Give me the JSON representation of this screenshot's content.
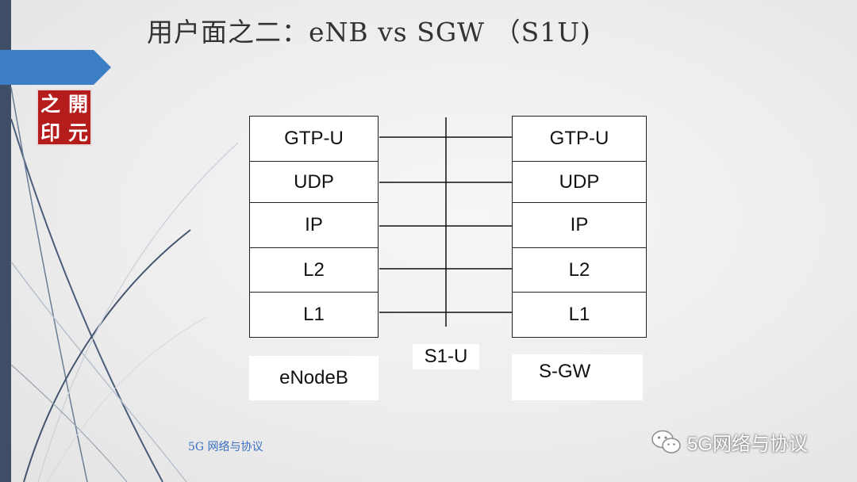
{
  "slide": {
    "title": "用户面之二：eNB vs SGW （S1U)",
    "seal_chars": [
      "之",
      "開",
      "印",
      "元"
    ]
  },
  "diagram": {
    "left_node": {
      "label": "eNodeB",
      "layers": [
        "GTP-U",
        "UDP",
        "IP",
        "L2",
        "L1"
      ]
    },
    "right_node": {
      "label": "S-GW",
      "layers": [
        "GTP-U",
        "UDP",
        "IP",
        "L2",
        "L1"
      ]
    },
    "interface_label": "S1-U"
  },
  "footer": {
    "left_text": "5G 网络与协议",
    "watermark_text": "5G网络与协议",
    "watermark_icon": "wechat-icon"
  },
  "colors": {
    "left_bar": "#3f4e66",
    "title_flag": "#3d7fc6",
    "seal": "#b51c1c",
    "footer_text": "#3a6fc2"
  }
}
